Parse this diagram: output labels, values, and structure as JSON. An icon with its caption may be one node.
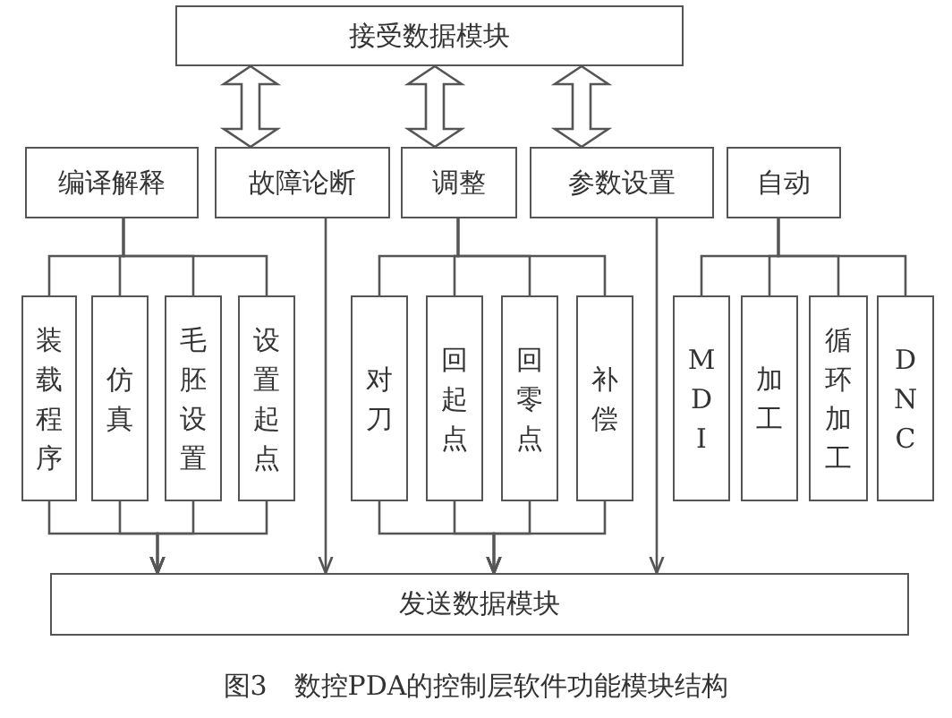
{
  "diagram": {
    "caption": "图3　数控PDA的控制层软件功能模块结构",
    "nodes": [
      {
        "text": [
          "接受数据模块"
        ]
      },
      {
        "text": [
          "编译解释"
        ]
      },
      {
        "text": [
          "故障论断"
        ]
      },
      {
        "text": [
          "调整"
        ]
      },
      {
        "text": [
          "参数设置"
        ]
      },
      {
        "text": [
          "自动"
        ]
      },
      {
        "text": [
          "装载程序"
        ]
      },
      {
        "text": [
          "仿真"
        ]
      },
      {
        "text": [
          "毛胚设置"
        ]
      },
      {
        "text": [
          "设置起点"
        ]
      },
      {
        "text": [
          "对刀"
        ]
      },
      {
        "text": [
          "回起点"
        ]
      },
      {
        "text": [
          "回零点"
        ]
      },
      {
        "text": [
          "补偿"
        ]
      },
      {
        "text": [
          "MDI"
        ]
      },
      {
        "text": [
          "加工"
        ]
      },
      {
        "text": [
          "循环加工"
        ]
      },
      {
        "text": [
          "DNC"
        ]
      },
      {
        "text": [
          "发送数据模块"
        ]
      }
    ],
    "edges": [
      {
        "from": 0,
        "to": 2,
        "arrow": "both"
      },
      {
        "from": 0,
        "to": 3,
        "arrow": "both"
      },
      {
        "from": 0,
        "to": 4,
        "arrow": "both"
      },
      {
        "from": 1,
        "to": 6,
        "arrow": "none"
      },
      {
        "from": 1,
        "to": 7,
        "arrow": "none"
      },
      {
        "from": 1,
        "to": 8,
        "arrow": "none"
      },
      {
        "from": 1,
        "to": 9,
        "arrow": "none"
      },
      {
        "from": 3,
        "to": 10,
        "arrow": "none"
      },
      {
        "from": 3,
        "to": 11,
        "arrow": "none"
      },
      {
        "from": 3,
        "to": 12,
        "arrow": "none"
      },
      {
        "from": 3,
        "to": 13,
        "arrow": "none"
      },
      {
        "from": 5,
        "to": 14,
        "arrow": "none"
      },
      {
        "from": 5,
        "to": 15,
        "arrow": "none"
      },
      {
        "from": 5,
        "to": 16,
        "arrow": "none"
      },
      {
        "from": 5,
        "to": 17,
        "arrow": "none"
      },
      {
        "from": 2,
        "to": 18,
        "arrow": "to"
      },
      {
        "from": 4,
        "to": 18,
        "arrow": "to"
      },
      {
        "from": 6,
        "to": 18,
        "arrow": "to"
      },
      {
        "from": 7,
        "to": 18,
        "arrow": "to"
      },
      {
        "from": 8,
        "to": 18,
        "arrow": "to"
      },
      {
        "from": 9,
        "to": 18,
        "arrow": "to"
      },
      {
        "from": 10,
        "to": 18,
        "arrow": "to"
      },
      {
        "from": 11,
        "to": 18,
        "arrow": "to"
      },
      {
        "from": 12,
        "to": 18,
        "arrow": "to"
      },
      {
        "from": 13,
        "to": 18,
        "arrow": "to"
      }
    ]
  }
}
